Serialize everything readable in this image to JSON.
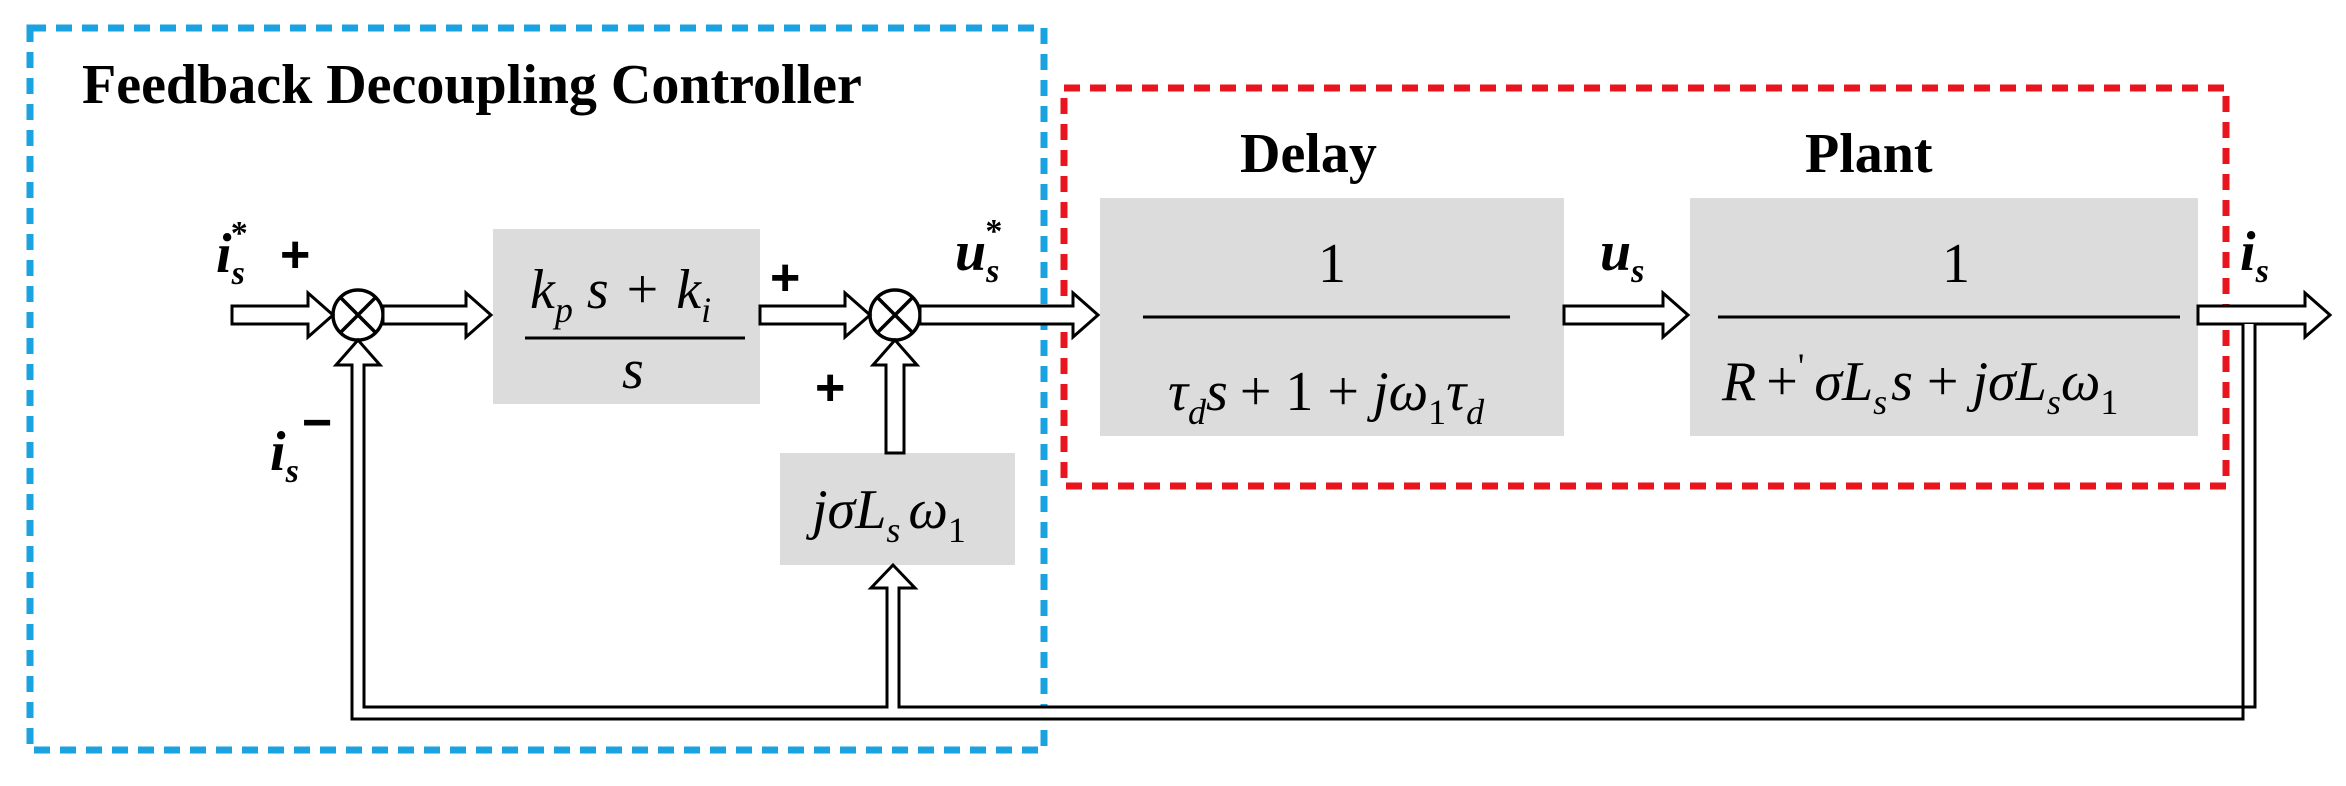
{
  "title": "Feedback Decoupling Controller",
  "delay_label": "Delay",
  "plant_label": "Plant",
  "colors": {
    "controller_border": "#1aa3e0",
    "plant_border": "#e8141e",
    "block_fill": "#dcdcdc"
  },
  "signals": {
    "ref_current": {
      "base": "i",
      "sub": "s",
      "sup": "*"
    },
    "fb_current": {
      "base": "i",
      "sub": "s"
    },
    "voltage_ref": {
      "base": "u",
      "sub": "s",
      "sup": "*"
    },
    "voltage": {
      "base": "u",
      "sub": "s"
    },
    "output_current": {
      "base": "i",
      "sub": "s"
    }
  },
  "signs": {
    "sum1_ref": "+",
    "sum1_feedback": "−",
    "sum2_pi": "+",
    "sum2_decouple": "+"
  },
  "blocks": {
    "pi": {
      "num_kp": "k",
      "num_p": "p",
      "num_s": "s",
      "num_plus": "+",
      "num_ki": "k",
      "num_i": "i",
      "den": "s"
    },
    "decouple": {
      "j": "jσ",
      "L": "L",
      "s": "s",
      "w": "ω",
      "one": "1"
    },
    "delay": {
      "num": "1",
      "tau": "τ",
      "d": "d",
      "s": "s",
      "plus1": "+ 1 +",
      "jw": "jω",
      "one": "1"
    },
    "plant": {
      "num": "1",
      "R": "R",
      "plusprime": "+",
      "prime": "'",
      "sigma": "σ",
      "L": "L",
      "s": "s",
      "plus": "+",
      "jsigma": "jσ",
      "w": "ω",
      "one": "1"
    }
  }
}
